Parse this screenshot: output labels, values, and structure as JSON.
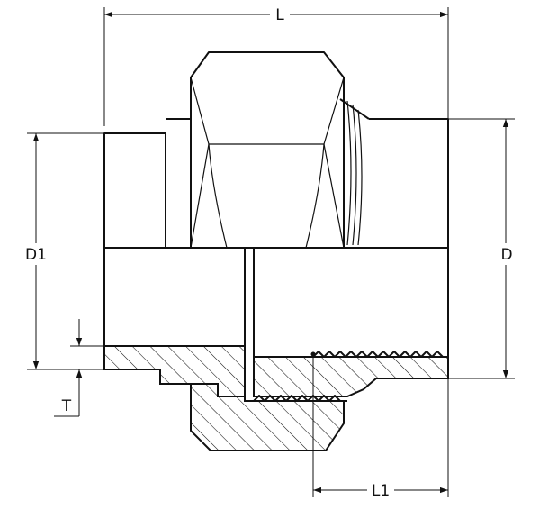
{
  "dimensions": {
    "overall_length": "L",
    "socket_diameter": "D1",
    "outer_diameter": "D",
    "wall_thickness": "T",
    "thread_length": "L1"
  },
  "colors": {
    "line": "#111111",
    "background": "#ffffff"
  }
}
